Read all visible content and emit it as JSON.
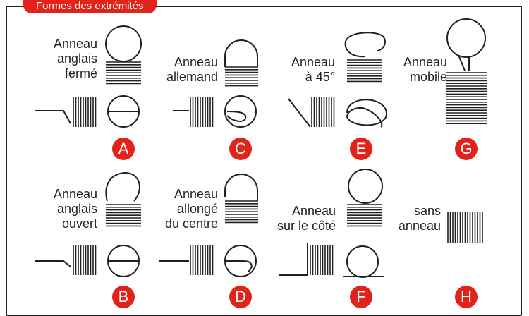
{
  "title": "Formes des extrémités",
  "colors": {
    "accent": "#e2231a",
    "ink": "#231f20"
  },
  "items": [
    {
      "letter": "A",
      "label": "Anneau\nanglais\nfermé"
    },
    {
      "letter": "C",
      "label": "Anneau\nallemand"
    },
    {
      "letter": "E",
      "label": "Anneau\nà 45°"
    },
    {
      "letter": "G",
      "label": "Anneau\nmobile"
    },
    {
      "letter": "B",
      "label": "Anneau\nanglais\nouvert"
    },
    {
      "letter": "D",
      "label": "Anneau\nallongé\ndu centre"
    },
    {
      "letter": "F",
      "label": "Anneau\nsur le côté"
    },
    {
      "letter": "H",
      "label": "sans\nanneau"
    }
  ]
}
